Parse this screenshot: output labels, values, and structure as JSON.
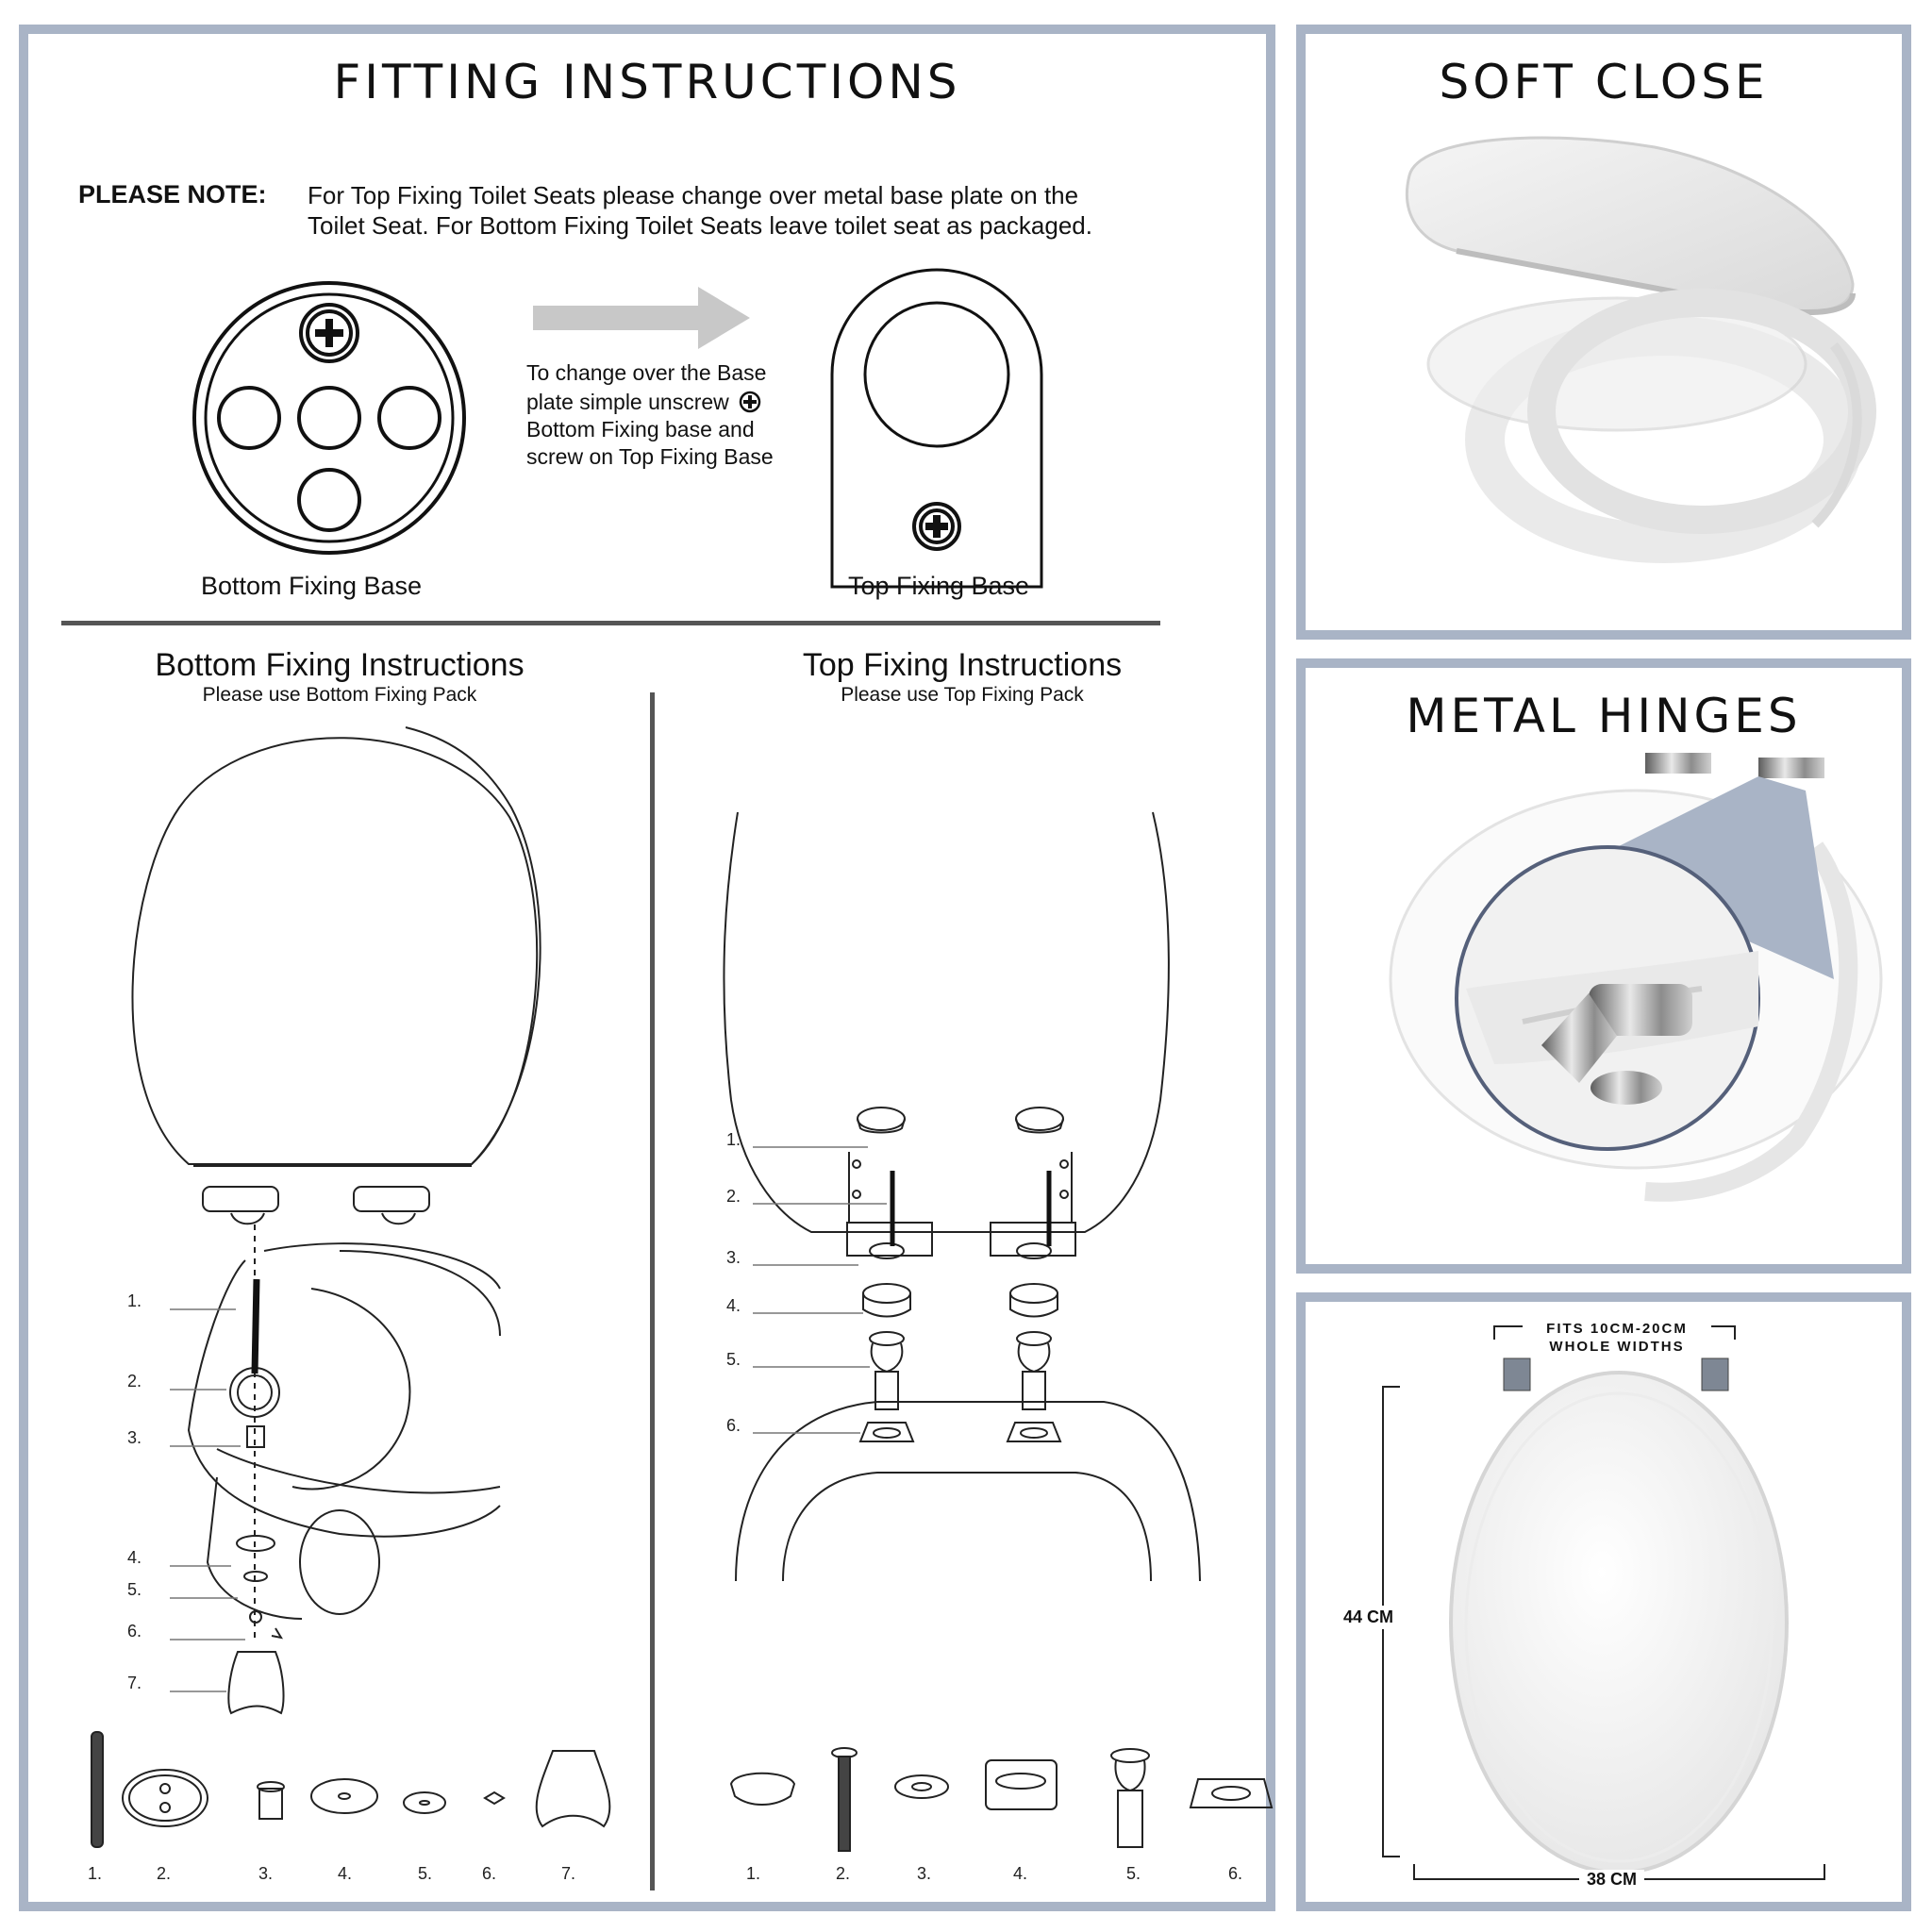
{
  "main_panel": {
    "title": "FITTING INSTRUCTIONS",
    "note_label": "PLEASE NOTE:",
    "note_line1": "For Top Fixing Toilet Seats please change over metal base plate on the",
    "note_line2": "Toilet Seat. For Bottom Fixing Toilet Seats leave toilet seat as packaged.",
    "change_line1": "To change over the Base",
    "change_line2": "plate simple unscrew",
    "change_line3": "Bottom Fixing base and",
    "change_line4": "screw on Top Fixing Base",
    "bottom_base_label": "Bottom Fixing Base",
    "top_base_label": "Top Fixing Base",
    "bottom_section": {
      "title": "Bottom Fixing Instructions",
      "subtitle": "Please use Bottom Fixing Pack",
      "step_labels": [
        "1.",
        "2.",
        "3.",
        "4.",
        "5.",
        "6.",
        "7."
      ],
      "part_labels": [
        "1.",
        "2.",
        "3.",
        "4.",
        "5.",
        "6.",
        "7."
      ]
    },
    "top_section": {
      "title": "Top Fixing Instructions",
      "subtitle": "Please use Top Fixing Pack",
      "step_labels": [
        "1.",
        "2.",
        "3.",
        "4.",
        "5.",
        "6."
      ],
      "part_labels": [
        "1.",
        "2.",
        "3.",
        "4.",
        "5.",
        "6."
      ]
    }
  },
  "soft_close_panel": {
    "title": "SOFT CLOSE"
  },
  "metal_hinges_panel": {
    "title": "METAL HINGES"
  },
  "dimensions_panel": {
    "fits_line1": "FITS 10CM-20CM",
    "fits_line2": "WHOLE WIDTHS",
    "height_label": "44 CM",
    "width_label": "38 CM"
  },
  "colors": {
    "border": "#a9b4c6",
    "arrow": "#c8c8c8",
    "divider": "#555555"
  }
}
